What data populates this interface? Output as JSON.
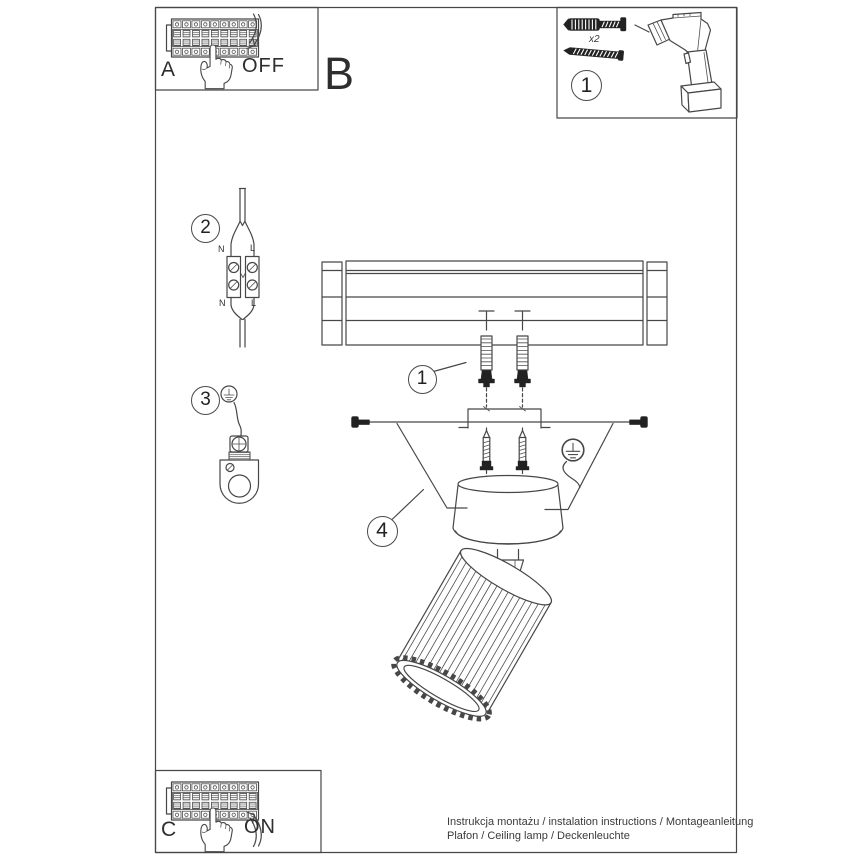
{
  "document": {
    "footer_line1": "Instrukcja montażu / instalation instructions / Montageanleitung",
    "footer_line2": "Plafon / Ceiling lamp / Deckenleuchte"
  },
  "panels": {
    "a_label": "A",
    "a_action": "OFF",
    "b_label": "B",
    "c_label": "C",
    "c_action": "ON",
    "parts_badge": "1",
    "parts_qty": "x2"
  },
  "step_badges": {
    "wiring": "2",
    "grounding": "3",
    "plugs": "1",
    "mounting": "4"
  },
  "wiring": {
    "n_top": "N",
    "l_top": "L",
    "n_bottom": "N",
    "l_bottom": "L"
  },
  "icons": [
    "breaker-panel-icon",
    "pointing-hand-icon",
    "curved-arrow-icon",
    "ground-symbol-icon",
    "wall-plug-icon",
    "screw-icon",
    "drill-icon",
    "terminal-block-icon",
    "lamp-shade-icon"
  ],
  "colors": {
    "line": "#474747",
    "dark": "#222222",
    "text": "#2e2e2e",
    "background": "#ffffff"
  }
}
